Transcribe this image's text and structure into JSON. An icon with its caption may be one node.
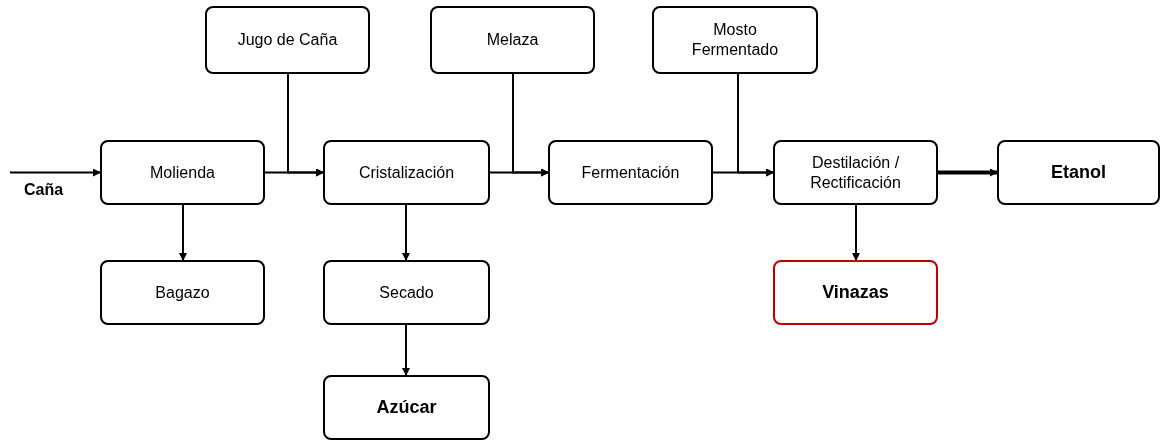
{
  "diagram": {
    "nodes": [
      {
        "text": [
          "Jugo de Caña"
        ]
      },
      {
        "text": [
          "Melaza"
        ]
      },
      {
        "text": [
          "Mosto Fermentado"
        ]
      },
      {
        "text": [
          "Molienda"
        ]
      },
      {
        "text": [
          "Cristalización"
        ]
      },
      {
        "text": [
          "Fermentación"
        ]
      },
      {
        "text": [
          "Destilación / Rectificación"
        ]
      },
      {
        "text": [
          "Etanol"
        ]
      },
      {
        "text": [
          "Bagazo"
        ]
      },
      {
        "text": [
          "Secado"
        ]
      },
      {
        "text": [
          "Vinazas"
        ]
      },
      {
        "text": [
          "Azúcar"
        ]
      }
    ],
    "edges": [
      {
        "from": null,
        "to": 3,
        "arrow": "to"
      },
      {
        "from": 3,
        "to": 4,
        "arrow": "to"
      },
      {
        "from": 0,
        "to": 4,
        "arrow": "to"
      },
      {
        "from": 4,
        "to": 5,
        "arrow": "to"
      },
      {
        "from": 1,
        "to": 5,
        "arrow": "to"
      },
      {
        "from": 5,
        "to": 6,
        "arrow": "to"
      },
      {
        "from": 2,
        "to": 6,
        "arrow": "to"
      },
      {
        "from": 6,
        "to": 7,
        "arrow": "to",
        "style": "thick"
      },
      {
        "from": 3,
        "to": 8,
        "arrow": "to"
      },
      {
        "from": 4,
        "to": 9,
        "arrow": "to"
      },
      {
        "from": 9,
        "to": 11,
        "arrow": "to"
      },
      {
        "from": 6,
        "to": 10,
        "arrow": "to"
      }
    ],
    "labels": [
      "Caña"
    ]
  }
}
